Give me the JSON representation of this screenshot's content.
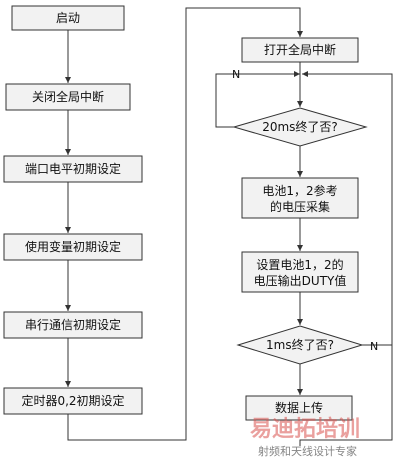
{
  "left_column": {
    "start": "启动",
    "step1": "关闭全局中断",
    "step2": "端口电平初期设定",
    "step3": "使用变量初期设定",
    "step4": "串行通信初期设定",
    "step5": "定时器0,2初期设定"
  },
  "right_column": {
    "step1": "打开全局中断",
    "decision1": "20ms终了否?",
    "step2_line1": "电池1，2参考",
    "step2_line2": "的电压采集",
    "step3_line1": "设置电池1，2的",
    "step3_line2": "电压输出DUTY值",
    "decision2": "1ms终了否?",
    "step4": "数据上传"
  },
  "labels": {
    "no1": "N",
    "no2": "N"
  },
  "watermark": {
    "brand": "易迪拓培训",
    "tagline": "射频和天线设计专家"
  }
}
